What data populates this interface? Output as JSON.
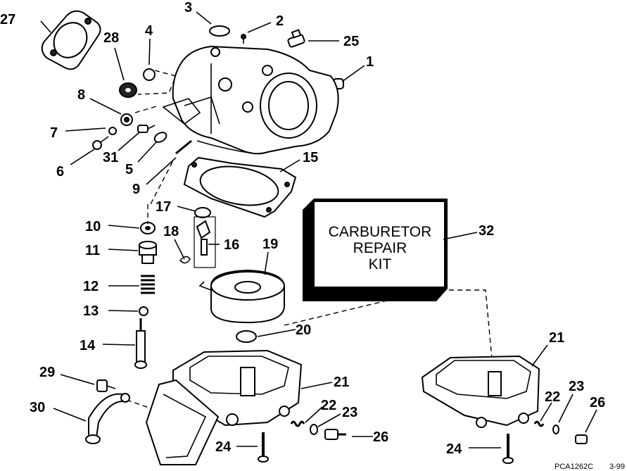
{
  "callouts": [
    {
      "id": "c1",
      "label": "1"
    },
    {
      "id": "c2",
      "label": "2"
    },
    {
      "id": "c3",
      "label": "3"
    },
    {
      "id": "c4",
      "label": "4"
    },
    {
      "id": "c5",
      "label": "5"
    },
    {
      "id": "c6",
      "label": "6"
    },
    {
      "id": "c7",
      "label": "7"
    },
    {
      "id": "c8",
      "label": "8"
    },
    {
      "id": "c9",
      "label": "9"
    },
    {
      "id": "c10",
      "label": "10"
    },
    {
      "id": "c11",
      "label": "11"
    },
    {
      "id": "c12",
      "label": "12"
    },
    {
      "id": "c13",
      "label": "13"
    },
    {
      "id": "c14",
      "label": "14"
    },
    {
      "id": "c15",
      "label": "15"
    },
    {
      "id": "c16",
      "label": "16"
    },
    {
      "id": "c17",
      "label": "17"
    },
    {
      "id": "c18",
      "label": "18"
    },
    {
      "id": "c19",
      "label": "19"
    },
    {
      "id": "c20",
      "label": "20"
    },
    {
      "id": "c21a",
      "label": "21"
    },
    {
      "id": "c21b",
      "label": "21"
    },
    {
      "id": "c22a",
      "label": "22"
    },
    {
      "id": "c22b",
      "label": "22"
    },
    {
      "id": "c23a",
      "label": "23"
    },
    {
      "id": "c23b",
      "label": "23"
    },
    {
      "id": "c24a",
      "label": "24"
    },
    {
      "id": "c24b",
      "label": "24"
    },
    {
      "id": "c25",
      "label": "25"
    },
    {
      "id": "c26a",
      "label": "26"
    },
    {
      "id": "c26b",
      "label": "26"
    },
    {
      "id": "c27",
      "label": "27"
    },
    {
      "id": "c28",
      "label": "28"
    },
    {
      "id": "c29",
      "label": "29"
    },
    {
      "id": "c30",
      "label": "30"
    },
    {
      "id": "c31",
      "label": "31"
    },
    {
      "id": "c32",
      "label": "32"
    }
  ],
  "kit_box": {
    "line1": "CARBURETOR",
    "line2": "REPAIR",
    "line3": "KIT"
  },
  "figure_code": "PCA1262C",
  "figure_date": "3-99"
}
